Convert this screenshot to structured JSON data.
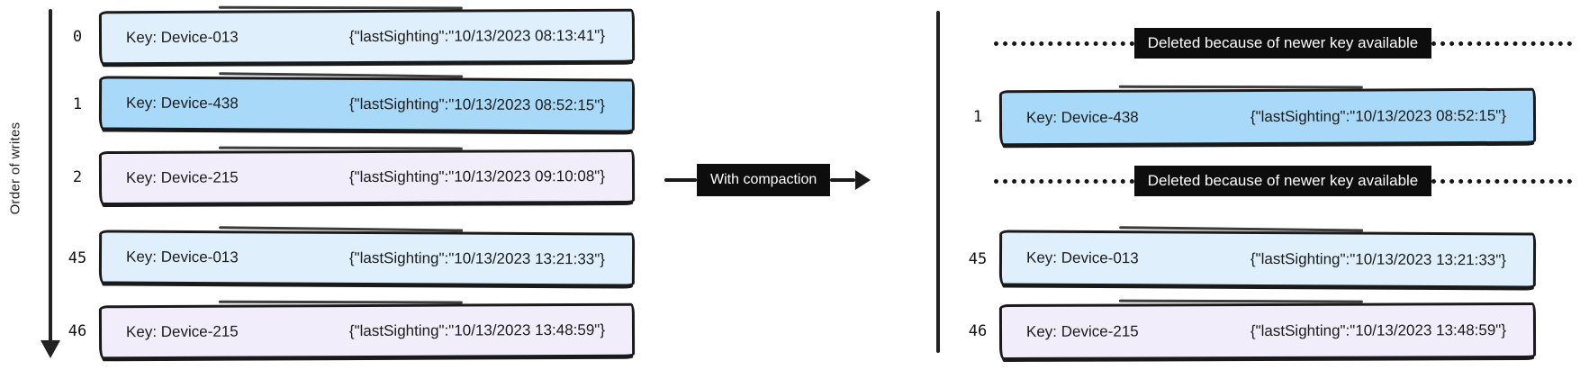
{
  "diagram": {
    "left_panel": {
      "axis_label": "Order of writes",
      "rows": [
        {
          "index": "0",
          "key": "Key: Device-013",
          "value": "{\"lastSighting\":\"10/13/2023 08:13:41\"}",
          "color": "#dff0fc"
        },
        {
          "index": "1",
          "key": "Key: Device-438",
          "value": "{\"lastSighting\":\"10/13/2023 08:52:15\"}",
          "color": "#a9d9f8"
        },
        {
          "index": "2",
          "key": "Key: Device-215",
          "value": "{\"lastSighting\":\"10/13/2023 09:10:08\"}",
          "color": "#f1edfb"
        },
        {
          "index": "45",
          "key": "Key: Device-013",
          "value": "{\"lastSighting\":\"10/13/2023 13:21:33\"}",
          "color": "#dff0fc"
        },
        {
          "index": "46",
          "key": "Key: Device-215",
          "value": "{\"lastSighting\":\"10/13/2023 13:48:59\"}",
          "color": "#f1edfb"
        }
      ]
    },
    "arrow": {
      "label": "With compaction"
    },
    "right_panel": {
      "rows": [
        {
          "type": "deleted",
          "label": "Deleted because of newer key available"
        },
        {
          "type": "record",
          "index": "1",
          "key": "Key: Device-438",
          "value": "{\"lastSighting\":\"10/13/2023 08:52:15\"}",
          "color": "#a9d9f8"
        },
        {
          "type": "deleted",
          "label": "Deleted because of newer key available"
        },
        {
          "type": "record",
          "index": "45",
          "key": "Key: Device-013",
          "value": "{\"lastSighting\":\"10/13/2023 13:21:33\"}",
          "color": "#dff0fc"
        },
        {
          "type": "record",
          "index": "46",
          "key": "Key: Device-215",
          "value": "{\"lastSighting\":\"10/13/2023 13:48:59\"}",
          "color": "#f1edfb"
        }
      ]
    },
    "colors": {
      "record_lightblue": "#dff0fc",
      "record_blue": "#a9d9f8",
      "record_lavender": "#f1edfb",
      "ink": "#1a1a1a",
      "banner_bg": "#0d0d0d",
      "banner_text": "#ffffff"
    }
  }
}
